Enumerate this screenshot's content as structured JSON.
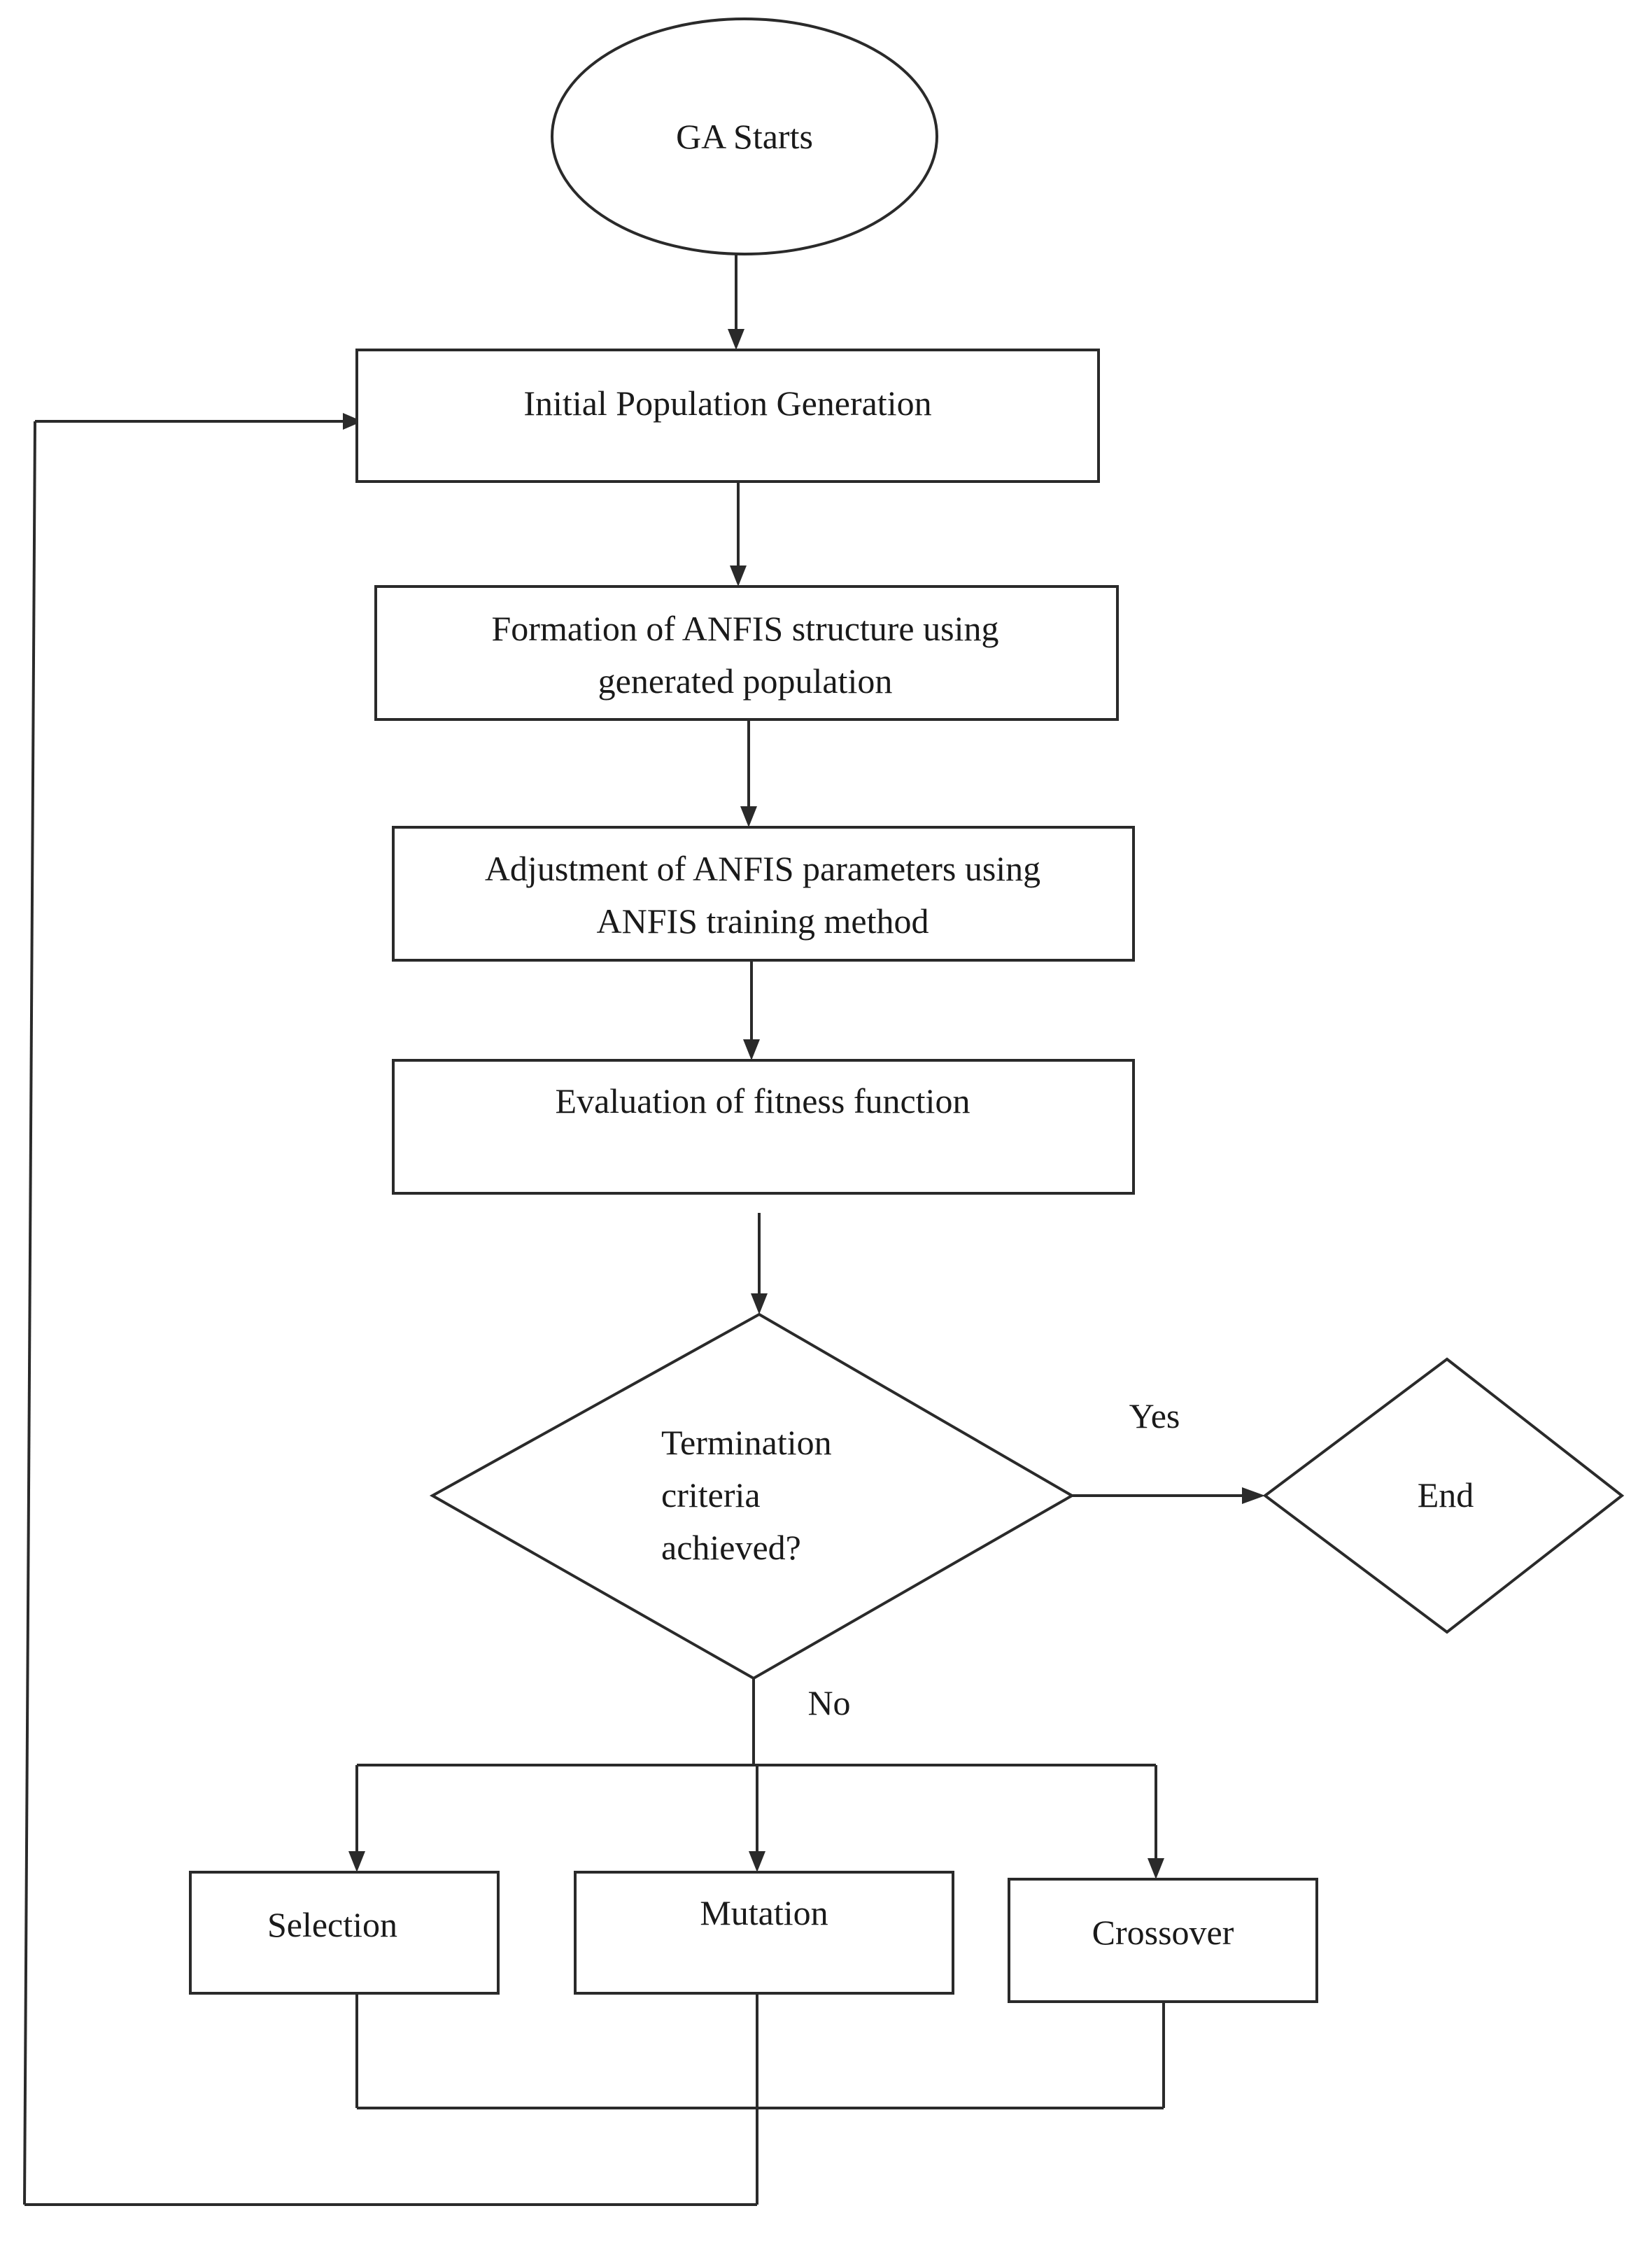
{
  "nodes": {
    "start": "GA Starts",
    "init_pop": "Initial Population Generation",
    "formation": [
      "Formation of ANFIS structure using",
      "generated population"
    ],
    "adjustment": [
      "Adjustment of ANFIS parameters using",
      "ANFIS training method"
    ],
    "evaluation": "Evaluation of fitness function",
    "decision": [
      "Termination",
      "criteria",
      "achieved?"
    ],
    "end": "End",
    "selection": "Selection",
    "mutation": "Mutation",
    "crossover": "Crossover"
  },
  "edge_labels": {
    "yes": "Yes",
    "no": "No"
  }
}
